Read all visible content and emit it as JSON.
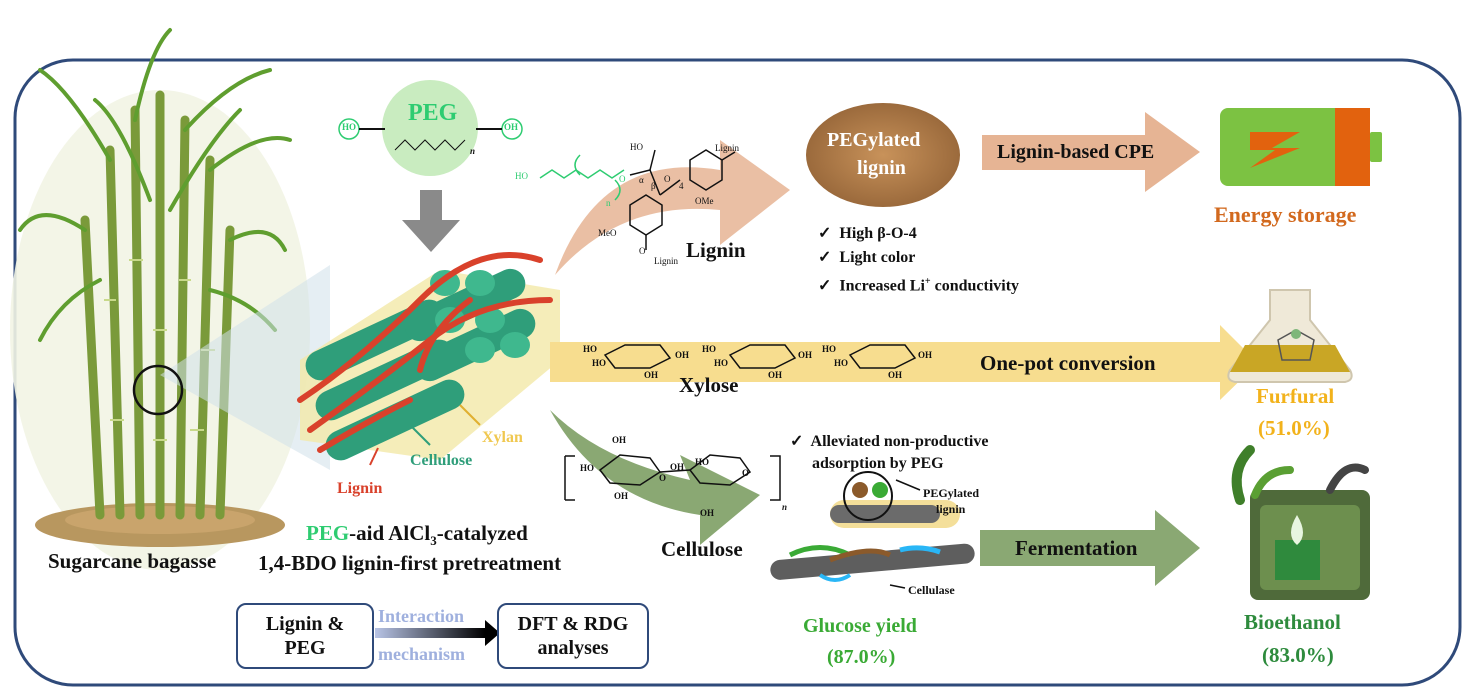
{
  "feedstock": {
    "label": "Sugarcane bagasse"
  },
  "peg": {
    "label": "PEG",
    "end_groups": [
      "HO",
      "OH"
    ],
    "repeat_subscript": "n"
  },
  "fiber": {
    "lignin_label": "Lignin",
    "cellulose_label": "Cellulose",
    "xylan_label": "Xylan"
  },
  "pretreatment": {
    "line1_prefix": "PEG",
    "line1_rest": "-aid AlCl",
    "line1_sub": "3",
    "line1_suffix": "-catalyzed",
    "line2": "1,4-BDO lignin-first pretreatment"
  },
  "mechanism": {
    "left_box": [
      "Lignin &",
      "PEG"
    ],
    "arrow_label": [
      "Interaction",
      "mechanism"
    ],
    "right_box": [
      "DFT & RDG",
      "analyses"
    ]
  },
  "lignin_route": {
    "structure_label": "Lignin",
    "atom_labels": [
      "HO",
      "HO",
      "O",
      "n",
      "α",
      "β",
      "O",
      "4",
      "Lignin",
      "OMe",
      "MeO",
      "O",
      "Lignin"
    ],
    "product": [
      "PEGylated",
      "lignin"
    ],
    "bullets": [
      "High β-O-4",
      "Light color",
      "Increased Li",
      " conductivity"
    ],
    "bullet_superscript": "+",
    "arrow_label": "Lignin-based CPE",
    "end_product": "Energy storage"
  },
  "xylose_route": {
    "structure_label": "Xylose",
    "arrow_label": "One-pot conversion",
    "atom_labels": [
      "HO",
      "HO",
      "OH",
      "OH",
      "HO",
      "HO",
      "OH",
      "OH",
      "HO",
      "HO",
      "OH",
      "OH"
    ],
    "end_product": "Furfural",
    "yield": "(51.0%)"
  },
  "cellulose_route": {
    "structure_label": "Cellulose",
    "atom_labels": [
      "OH",
      "HO",
      "OH",
      "HO",
      "OH",
      "OH",
      "O",
      "O",
      "n"
    ],
    "note": [
      "Alleviated non-productive",
      "adsorption by PEG"
    ],
    "pegylated_label": [
      "PEGylated",
      "lignin"
    ],
    "cellulase_label": "Cellulase",
    "glucose_label": "Glucose yield",
    "glucose_yield": "(87.0%)",
    "arrow_label": "Fermentation",
    "end_product": "Bioethanol",
    "ethanol_yield": "(83.0%)"
  },
  "colors": {
    "frame": "#2f4a7a",
    "peg_green": "#2ecc71",
    "cellulose_teal": "#2f9e7a",
    "xylan_yellow": "#f0c850",
    "lignin_red": "#d9412b",
    "energy_orange": "#d2691e",
    "furfural_yellow": "#f2b21b",
    "glucose_green": "#3aaa35",
    "bioethanol_green": "#2e8b3d",
    "arrow_tan": "#e6b494",
    "arrow_yellow": "#f7dd8f",
    "arrow_green": "#8aa873"
  },
  "icons": [
    "sugarcane-plant-icon",
    "peg-blob-icon",
    "down-arrow-icon",
    "fiber-bundle-icon",
    "lignin-powder-icon",
    "battery-icon",
    "flask-icon",
    "fuel-can-icon",
    "enzyme-fiber-icon"
  ]
}
